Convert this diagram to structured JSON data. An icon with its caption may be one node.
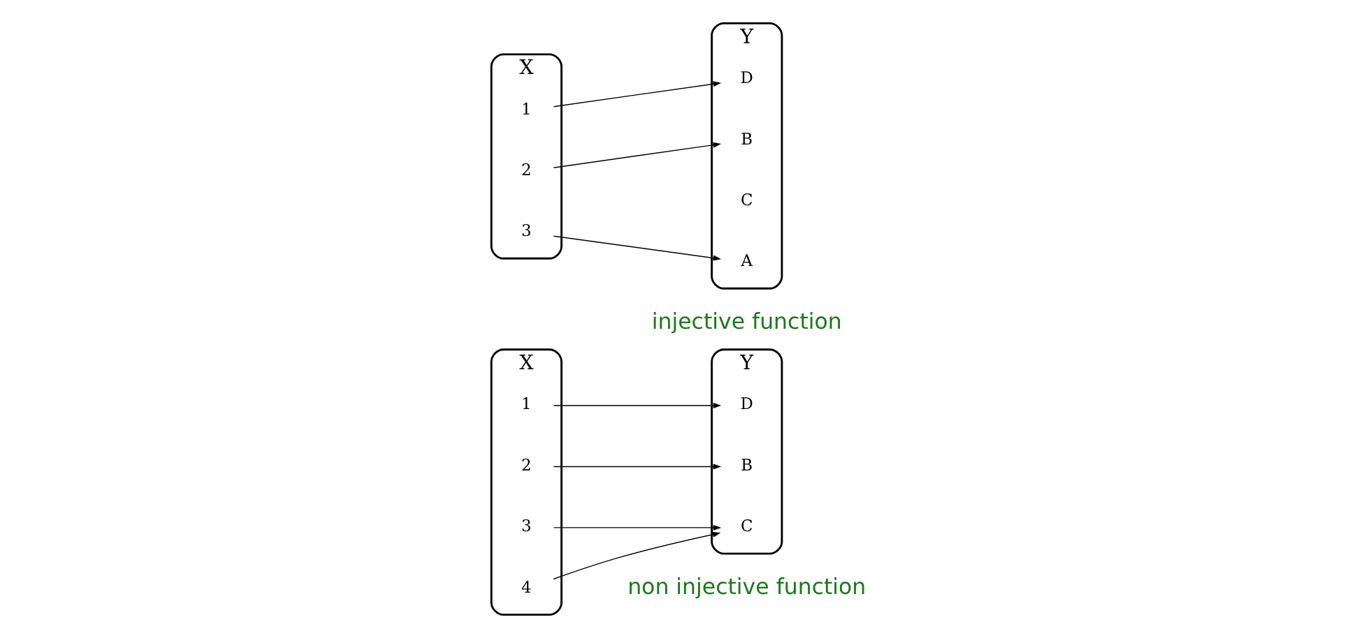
{
  "diagram": {
    "nodes": [
      {
        "text": [
          "X"
        ]
      },
      {
        "text": [
          "1"
        ],
        "in": 0
      },
      {
        "text": [
          "2"
        ],
        "in": 0
      },
      {
        "text": [
          "3"
        ],
        "in": 0
      },
      {
        "text": [
          "4"
        ],
        "in": 0
      },
      {
        "text": [
          "Y"
        ]
      },
      {
        "text": [
          "D"
        ],
        "in": 5
      },
      {
        "text": [
          "B"
        ],
        "in": 5
      },
      {
        "text": [
          "C"
        ],
        "in": 5
      },
      {
        "text": [
          "X"
        ]
      },
      {
        "text": [
          "1"
        ],
        "in": 9
      },
      {
        "text": [
          "2"
        ],
        "in": 9
      },
      {
        "text": [
          "3"
        ],
        "in": 9
      },
      {
        "text": [
          "Y"
        ]
      },
      {
        "text": [
          "D"
        ],
        "in": 13
      },
      {
        "text": [
          "B"
        ],
        "in": 13
      },
      {
        "text": [
          "C"
        ],
        "in": 13
      },
      {
        "text": [
          "A"
        ],
        "in": 13
      }
    ],
    "edges": [
      {
        "from": 1,
        "to": 6,
        "arrow": "to"
      },
      {
        "from": 2,
        "to": 7,
        "arrow": "to"
      },
      {
        "from": 3,
        "to": 8,
        "arrow": "to"
      },
      {
        "from": 4,
        "to": 8,
        "arrow": "to"
      },
      {
        "from": 10,
        "to": 14,
        "arrow": "to"
      },
      {
        "from": 11,
        "to": 15,
        "arrow": "to"
      },
      {
        "from": 12,
        "to": 17,
        "arrow": "to"
      }
    ],
    "labels": [
      "non injective function",
      "injective function"
    ]
  }
}
